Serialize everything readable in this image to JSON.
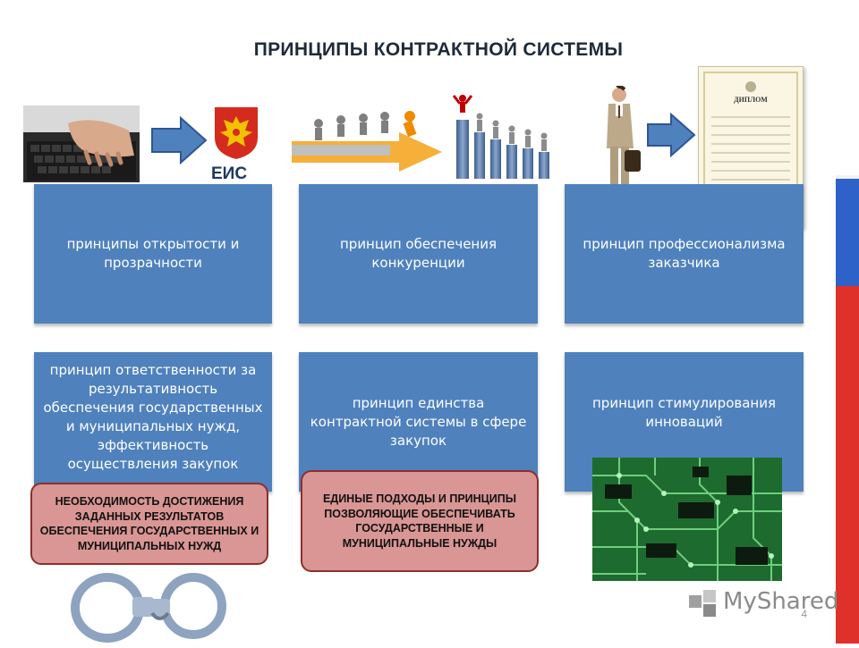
{
  "title": "ПРИНЦИПЫ КОНТРАКТНОЙ СИСТЕМЫ",
  "eis_label": "ЕИС",
  "tiles": [
    "принципы открытости и прозрачности",
    "принцип обеспечения конкуренции",
    "принцип профессионализма заказчика",
    "принцип ответственности за результативность обеспечения государственных и муниципальных нужд, эффективность осуществления закупок",
    "принцип единства контрактной системы в сфере закупок",
    "принцип стимулирования инноваций"
  ],
  "callouts": [
    "НЕОБХОДИМОСТЬ ДОСТИЖЕНИЯ ЗАДАННЫХ РЕЗУЛЬТАТОВ ОБЕСПЕЧЕНИЯ ГОСУДАРСТВЕННЫХ И МУНИЦИПАЛЬНЫХ НУЖД",
    "ЕДИНЫЕ ПОДХОДЫ И ПРИНЦИПЫ ПОЗВОЛЯЮЩИЕ ОБЕСПЕЧИВАТЬ ГОСУДАРСТВЕННЫЕ И МУНИЦИПАЛЬНЫЕ НУЖДЫ"
  ],
  "diploma": {
    "heading": "ДИПЛОМ"
  },
  "watermark": {
    "brand": "MyShared"
  },
  "page_number": "4",
  "colors": {
    "tile": "#4f81bd",
    "callout": "#d99694",
    "callout_border": "#8c2f2c",
    "arrow": "#4f81bd",
    "flag_white": "#f2f2f2",
    "flag_blue": "#2e62c9",
    "flag_red": "#e0302a"
  }
}
